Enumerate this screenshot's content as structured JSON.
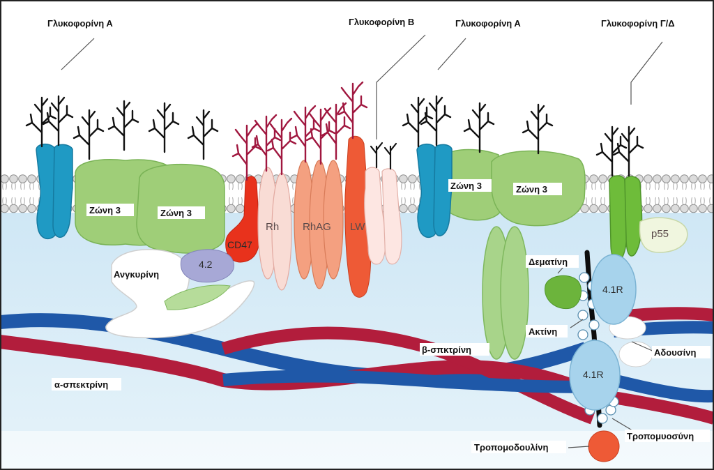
{
  "labels": {
    "glycophorin_a_left": "Γλυκοφορίνη Α",
    "glycophorin_b": "Γλυκοφορίνη Β",
    "glycophorin_a_right": "Γλυκοφορίνη Α",
    "glycophorin_cd": "Γλυκοφορίνη Γ/Δ",
    "band3_1": "Ζώνη 3",
    "band3_2": "Ζώνη 3",
    "band3_3": "Ζώνη 3",
    "band3_4": "Ζώνη 3",
    "ankyrin": "Ανγκυρίνη",
    "protein_42": "4.2",
    "cd47": "CD47",
    "rh": "Rh",
    "rhag": "RhAG",
    "lw": "LW",
    "p55": "p55",
    "dematin": "Δεματίνη",
    "actin": "Ακτίνη",
    "protein_41r_top": "4.1R",
    "protein_41r_bottom": "4.1R",
    "adducin": "Αδουσίνη",
    "beta_spectrin": "β-σπκτρίνη",
    "alpha_spectrin": "α-σπεκτρίνη",
    "tropomyosin": "Τροπομυοσύνη",
    "tropomodulin": "Τροπομοδουλίνη"
  },
  "colors": {
    "glycophorin_a": "#1f9ac4",
    "band3": "#9fce78",
    "cd47": "#e8321c",
    "rh": "#f9dcd5",
    "rhag": "#f4a080",
    "lw": "#ee5a36",
    "glycan_red": "#a0173f",
    "glycan_black": "#111111",
    "membrane_head": "#d9d9d9",
    "cytoplasm": "#d5ebf6",
    "spectrin_red": "#b21d3c",
    "spectrin_blue": "#1f58a8",
    "protein_41r": "#a7d3ec",
    "dematin": "#6cb43c",
    "tropomodulin": "#ee5a36"
  }
}
